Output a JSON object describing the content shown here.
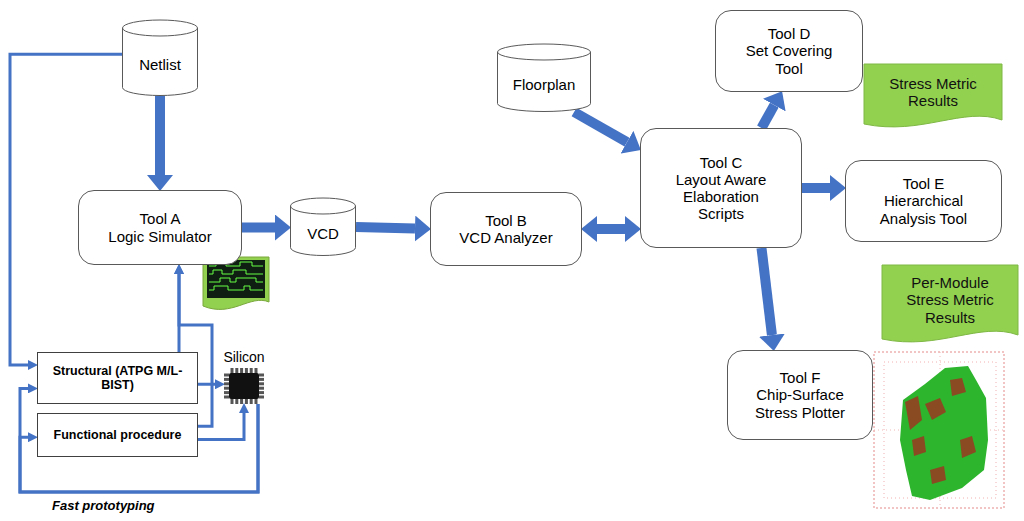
{
  "diagram": {
    "nodes": [
      {
        "text": [
          "Netlist"
        ]
      },
      {
        "text": [
          "Tool A",
          "Logic Simulator"
        ]
      },
      {
        "text": [
          "VCD"
        ]
      },
      {
        "text": [
          "Tool B",
          "VCD Analyzer"
        ]
      },
      {
        "text": [
          "Floorplan"
        ]
      },
      {
        "text": [
          "Tool C",
          "Layout Aware Elaboration Scripts"
        ]
      },
      {
        "text": [
          "Tool D",
          "Set Covering Tool"
        ]
      },
      {
        "text": [
          "Stress Metric Results"
        ]
      },
      {
        "text": [
          "Tool E",
          "Hierarchical Analysis Tool"
        ]
      },
      {
        "text": [
          "Per-Module Stress Metric Results"
        ]
      },
      {
        "text": [
          "Tool F",
          "Chip-Surface Stress Plotter"
        ]
      },
      {
        "text": [
          "Structural (ATPG M/L-BIST)"
        ]
      },
      {
        "text": [
          "Functional procedure"
        ]
      },
      {
        "text": [
          "Silicon"
        ]
      }
    ],
    "edges": [
      {
        "from": 0,
        "to": 1,
        "arrow": "to"
      },
      {
        "from": 1,
        "to": 2,
        "arrow": "to"
      },
      {
        "from": 2,
        "to": 3,
        "arrow": "to"
      },
      {
        "from": 3,
        "to": 5,
        "arrow": "both"
      },
      {
        "from": 4,
        "to": 5,
        "arrow": "to"
      },
      {
        "from": 5,
        "to": 6,
        "arrow": "to"
      },
      {
        "from": 5,
        "to": 8,
        "arrow": "to"
      },
      {
        "from": 5,
        "to": 10,
        "arrow": "to"
      },
      {
        "from": 0,
        "to": 11,
        "arrow": "to"
      },
      {
        "from": 13,
        "to": 11,
        "arrow": "to"
      },
      {
        "from": 13,
        "to": 12,
        "arrow": "to"
      },
      {
        "from": 11,
        "to": 1,
        "arrow": "to"
      },
      {
        "from": 12,
        "to": 1,
        "arrow": "to"
      },
      {
        "from": 11,
        "to": 13,
        "arrow": "to"
      },
      {
        "from": 12,
        "to": 13,
        "arrow": "to"
      }
    ],
    "labels": [
      "Fast prototyping"
    ]
  }
}
